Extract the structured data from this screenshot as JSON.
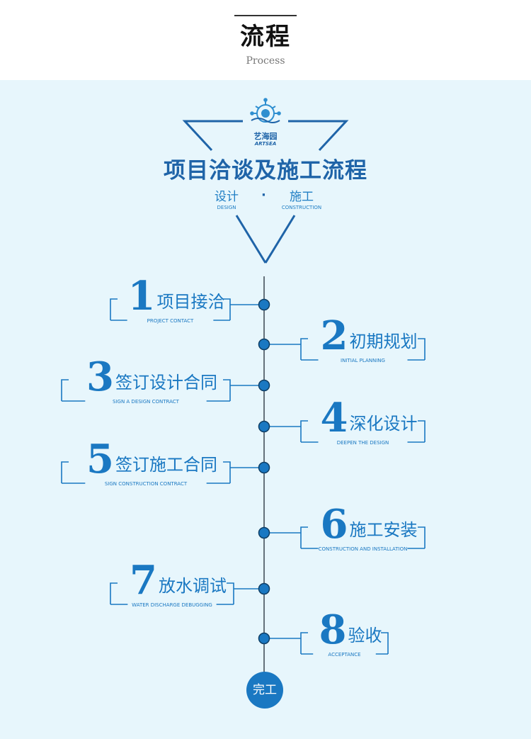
{
  "header": {
    "title": "流程",
    "subtitle": "Process"
  },
  "logo": {
    "cn": "艺海园",
    "en": "ARTSEA"
  },
  "main_title": "项目洽谈及施工流程",
  "subtitle": {
    "left_cn": "设计",
    "left_en": "DESIGN",
    "separator": "·",
    "right_cn": "施工",
    "right_en": "CONSTRUCTION"
  },
  "steps": [
    {
      "num": "1",
      "cn": "项目接洽",
      "en": "PROJECT CONTACT",
      "side": "left"
    },
    {
      "num": "2",
      "cn": "初期规划",
      "en": "INITIAL PLANNING",
      "side": "right"
    },
    {
      "num": "3",
      "cn": "签订设计合同",
      "en": "SIGN A DESIGN CONTRACT",
      "side": "left"
    },
    {
      "num": "4",
      "cn": "深化设计",
      "en": "DEEPEN THE DESIGN",
      "side": "right"
    },
    {
      "num": "5",
      "cn": "签订施工合同",
      "en": "SIGN CONSTRUCTION CONTRACT",
      "side": "left"
    },
    {
      "num": "6",
      "cn": "施工安装",
      "en": "CONSTRUCTION AND INSTALLATION",
      "side": "right"
    },
    {
      "num": "7",
      "cn": "放水调试",
      "en": "WATER DISCHARGE DEBUGGING",
      "side": "left"
    },
    {
      "num": "8",
      "cn": "验收",
      "en": "ACCEPTANCE",
      "side": "right"
    }
  ],
  "finish": "完工",
  "colors": {
    "primary": "#1a78c2",
    "dark_blue": "#1f64a8",
    "panel": "#e7f6fc"
  }
}
